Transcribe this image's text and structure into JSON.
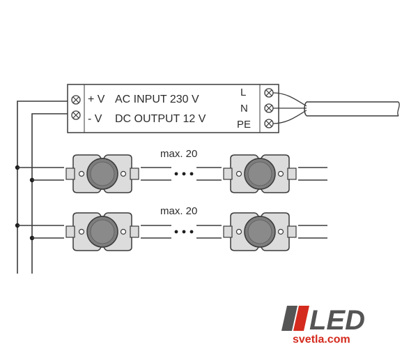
{
  "driver": {
    "terminal_plus": "+ V",
    "terminal_minus": "- V",
    "ac_input": "AC INPUT 230 V",
    "dc_output": "DC OUTPUT 12 V",
    "mains_terminals": [
      "L",
      "N",
      "PE"
    ]
  },
  "rows": [
    {
      "max_label": "max. 20"
    },
    {
      "max_label": "max. 20"
    }
  ],
  "logo": {
    "brand_text": "LED",
    "domain_text": "svetla.com",
    "colors": {
      "gray": "#555555",
      "red": "#d42b1e"
    }
  },
  "colors": {
    "line": "#3a3a3a",
    "module_fill": "#dcdcdc",
    "lens_fill": "#7d7d7d",
    "driver_fill": "#ffffff"
  }
}
